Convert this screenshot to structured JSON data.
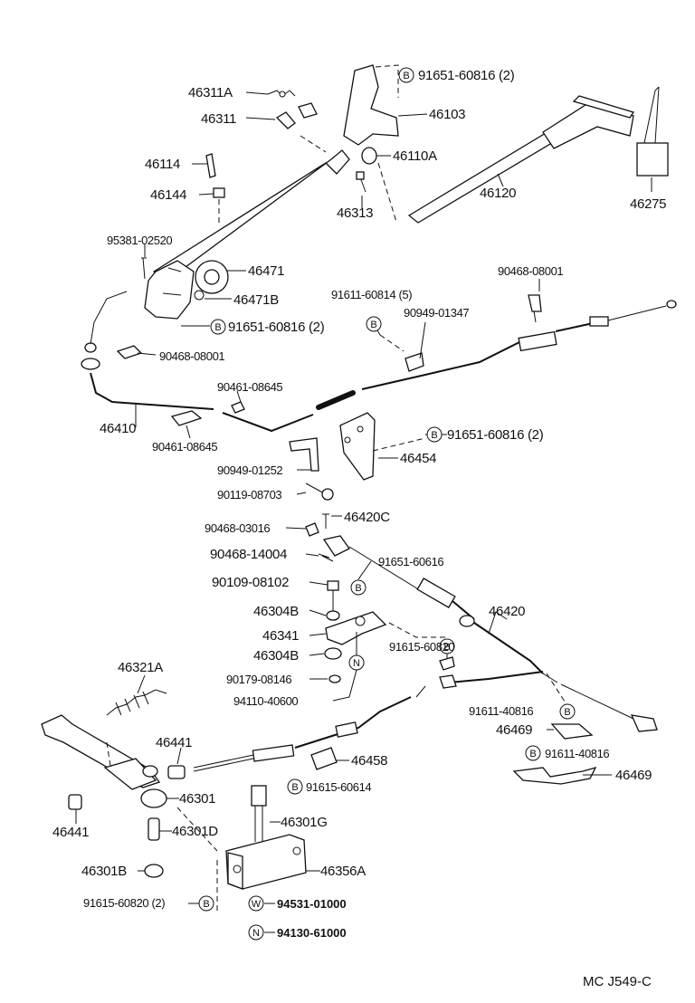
{
  "diagram_code": "MC  J549-C",
  "legend_marks": {
    "B": "B",
    "N": "N",
    "W": "W"
  },
  "labels": {
    "p46311A": "46311A",
    "p46311": "46311",
    "p46114": "46114",
    "p46144": "46144",
    "p95381": "95381-02520",
    "p46103": "46103",
    "p46110A": "46110A",
    "p46313": "46313",
    "p46120": "46120",
    "p46275": "46275",
    "p91651_60816_top": "91651-60816 (2)",
    "p46471": "46471",
    "p46471B": "46471B",
    "p91651_60816_mid": "91651-60816 (2)",
    "p91611_60814": "91611-60814 (5)",
    "p90949_01347": "90949-01347",
    "p90468_08001_r": "90468-08001",
    "p90468_08001_l": "90468-08001",
    "p90461_08645_top": "90461-08645",
    "p46410": "46410",
    "p90461_08645_bot": "90461-08645",
    "p91651_60816_right": "91651-60816 (2)",
    "p46454": "46454",
    "p90949_01252": "90949-01252",
    "p90119_08703": "90119-08703",
    "p46420C": "46420C",
    "p90468_03016": "90468-03016",
    "p90468_14004": "90468-14004",
    "p91651_60616": "91651-60616",
    "p90109_08102": "90109-08102",
    "p46304B_1": "46304B",
    "p46341": "46341",
    "p46304B_2": "46304B",
    "p90179_08146": "90179-08146",
    "p94110_40600": "94110-40600",
    "p46420": "46420",
    "p91615_60820_r": "91615-60820",
    "p46321A": "46321A",
    "p91611_40816_1": "91611-40816",
    "p46469_1": "46469",
    "p91611_40816_2": "91611-40816",
    "p46469_2": "46469",
    "p46441_1": "46441",
    "p46458": "46458",
    "p91615_60614": "91615-60614",
    "p46301": "46301",
    "p46441_2": "46441",
    "p46301D": "46301D",
    "p46301G": "46301G",
    "p46301B": "46301B",
    "p46356A": "46356A",
    "p91615_60820_l": "91615-60820 (2)",
    "p94531_01000": "94531-01000",
    "p94130_61000": "94130-61000"
  }
}
